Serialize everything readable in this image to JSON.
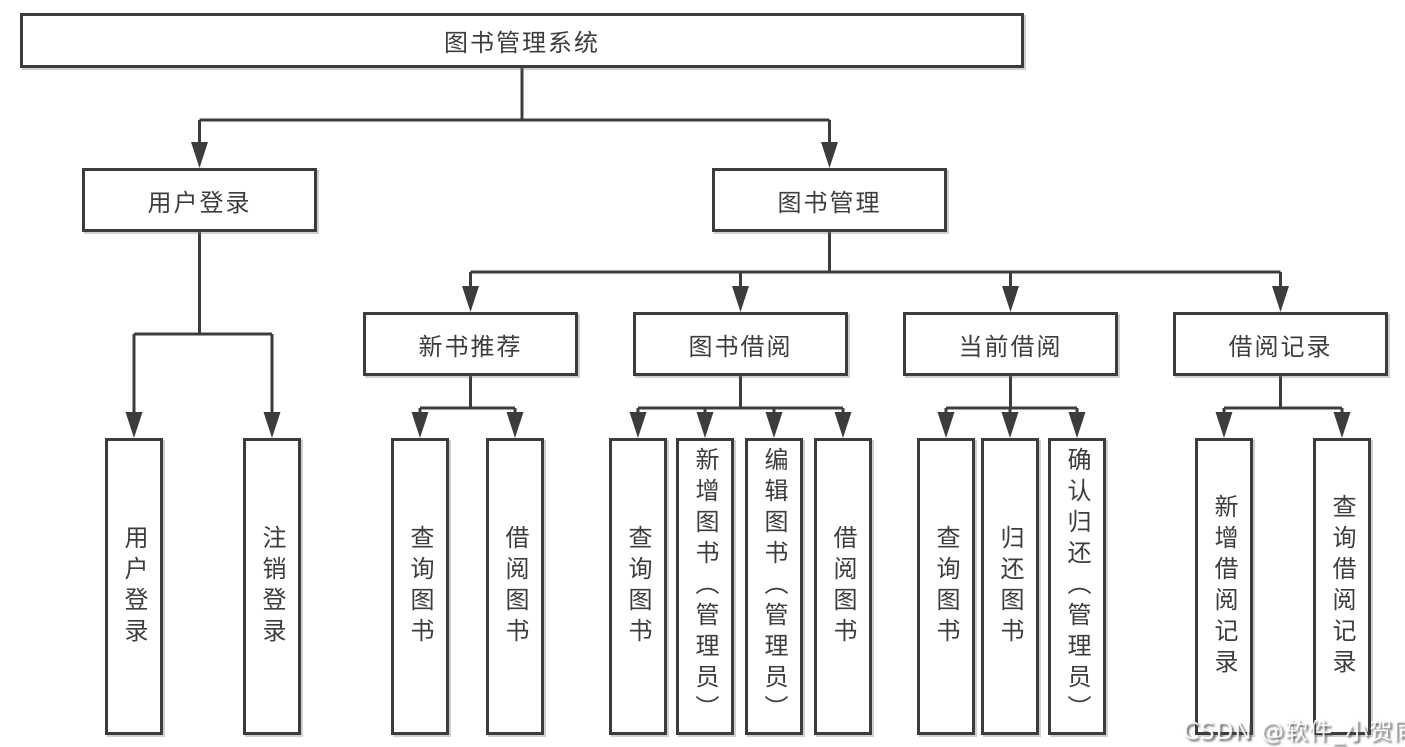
{
  "diagram": {
    "root": {
      "label": "图书管理系统"
    },
    "level2": [
      {
        "label": "用户登录"
      },
      {
        "label": "图书管理"
      }
    ],
    "level3": [
      {
        "label": "新书推荐"
      },
      {
        "label": "图书借阅"
      },
      {
        "label": "当前借阅"
      },
      {
        "label": "借阅记录"
      }
    ],
    "leaves": {
      "user_login": [
        "用户登录",
        "注销登录"
      ],
      "new_books": [
        "查询图书",
        "借阅图书"
      ],
      "book_borrow": [
        "查询图书",
        "新增图书（管理员）",
        "编辑图书（管理员）",
        "借阅图书"
      ],
      "current_borrow": [
        "查询图书",
        "归还图书",
        "确认归还（管理员）"
      ],
      "borrow_records": [
        "新增借阅记录",
        "查询借阅记录"
      ]
    }
  },
  "watermark": "CSDN @软件_小贺同学",
  "colors": {
    "line": "#3c3c3c",
    "text": "#3d3d3d",
    "background": "#ffffff"
  }
}
